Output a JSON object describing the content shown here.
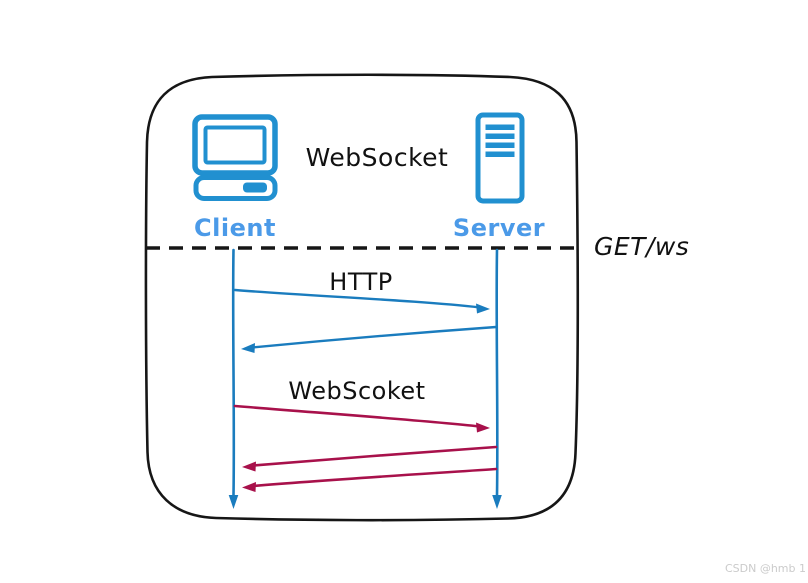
{
  "colors": {
    "background": "#ffffff",
    "outline": "#161616",
    "text_black": "#111111",
    "icon_blue": "#2190d0",
    "label_blue": "#4b9ae8",
    "line_blue": "#1a7cbe",
    "arrow_red": "#a8114b",
    "watermark_gray": "#cbcbcb"
  },
  "diagram": {
    "title": "WebSocket",
    "client": {
      "label": "Client"
    },
    "server": {
      "label": "Server"
    },
    "divider_annotation": "GET/ws",
    "phases": [
      {
        "label": "HTTP",
        "messages": [
          {
            "from": "Client",
            "to": "Server",
            "color": "blue"
          },
          {
            "from": "Server",
            "to": "Client",
            "color": "blue"
          }
        ]
      },
      {
        "label": "WebScoket",
        "messages": [
          {
            "from": "Client",
            "to": "Server",
            "color": "red"
          },
          {
            "from": "Server",
            "to": "Client",
            "color": "red"
          },
          {
            "from": "Server",
            "to": "Client",
            "color": "red"
          }
        ]
      }
    ],
    "watermark": "CSDN @hmb 1"
  }
}
